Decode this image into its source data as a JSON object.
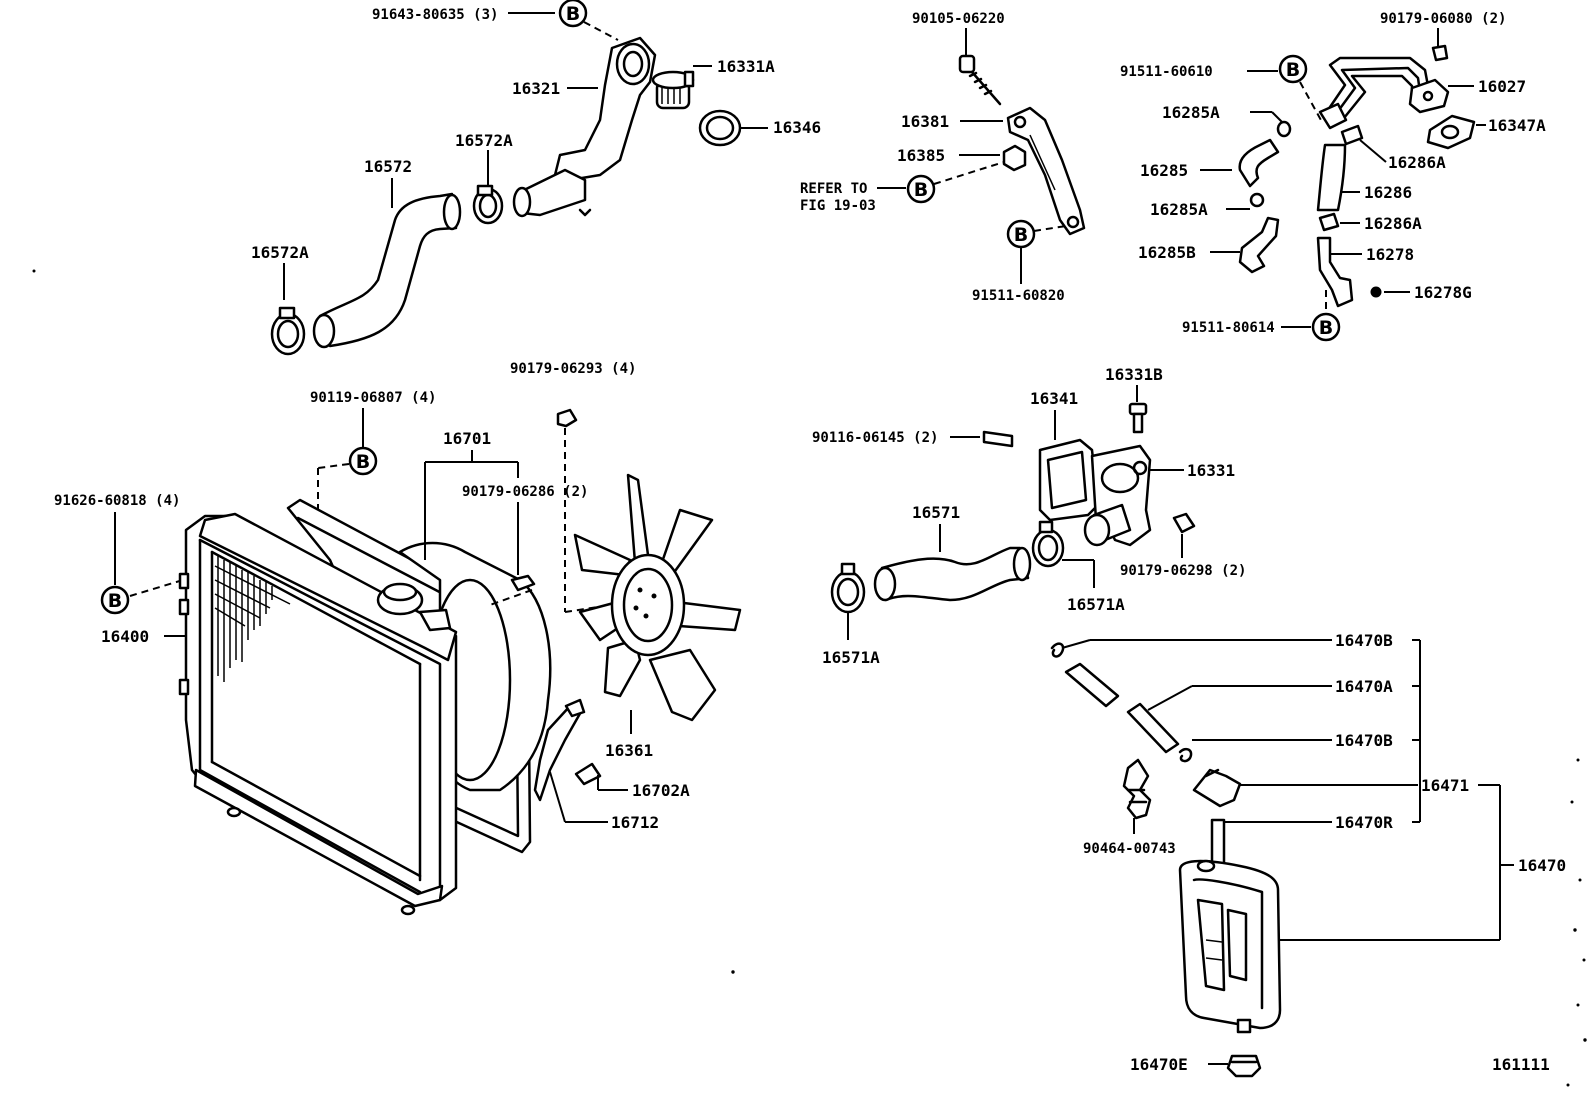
{
  "diagram": {
    "fig_id": "161111",
    "circle_marker": "B",
    "refer_line1": "REFER TO",
    "refer_line2": "FIG 19-03",
    "parts": {
      "p91643": "91643-80635 (3)",
      "p16331A": "16331A",
      "p16321": "16321",
      "p16346": "16346",
      "p16572A_top": "16572A",
      "p16572": "16572",
      "p16572A_left": "16572A",
      "p90105": "90105-06220",
      "p16381": "16381",
      "p16385": "16385",
      "p91511_60820": "91511-60820",
      "p90179_06080": "90179-06080 (2)",
      "p91511_60610": "91511-60610",
      "p16027": "16027",
      "p16285A_1": "16285A",
      "p16347A": "16347A",
      "p16286A_1": "16286A",
      "p16285": "16285",
      "p16286": "16286",
      "p16285A_2": "16285A",
      "p16286A_2": "16286A",
      "p16285B": "16285B",
      "p16278": "16278",
      "p16278G": "16278G",
      "p91511_80614": "91511-80614",
      "p90179_06293": "90179-06293 (4)",
      "p90119": "90119-06807 (4)",
      "p16701": "16701",
      "p90179_06286": "90179-06286 (2)",
      "p91626": "91626-60818 (4)",
      "p16400": "16400",
      "p16361": "16361",
      "p16702A": "16702A",
      "p16712": "16712",
      "p16331B": "16331B",
      "p16341": "16341",
      "p90116": "90116-06145 (2)",
      "p16331": "16331",
      "p16571": "16571",
      "p90179_06298": "90179-06298 (2)",
      "p16571A_right": "16571A",
      "p16571A_left": "16571A",
      "p16470B_1": "16470B",
      "p16470A": "16470A",
      "p16470B_2": "16470B",
      "p16471": "16471",
      "p16470R": "16470R",
      "p90464": "90464-00743",
      "p16470": "16470",
      "p16470E": "16470E"
    }
  }
}
